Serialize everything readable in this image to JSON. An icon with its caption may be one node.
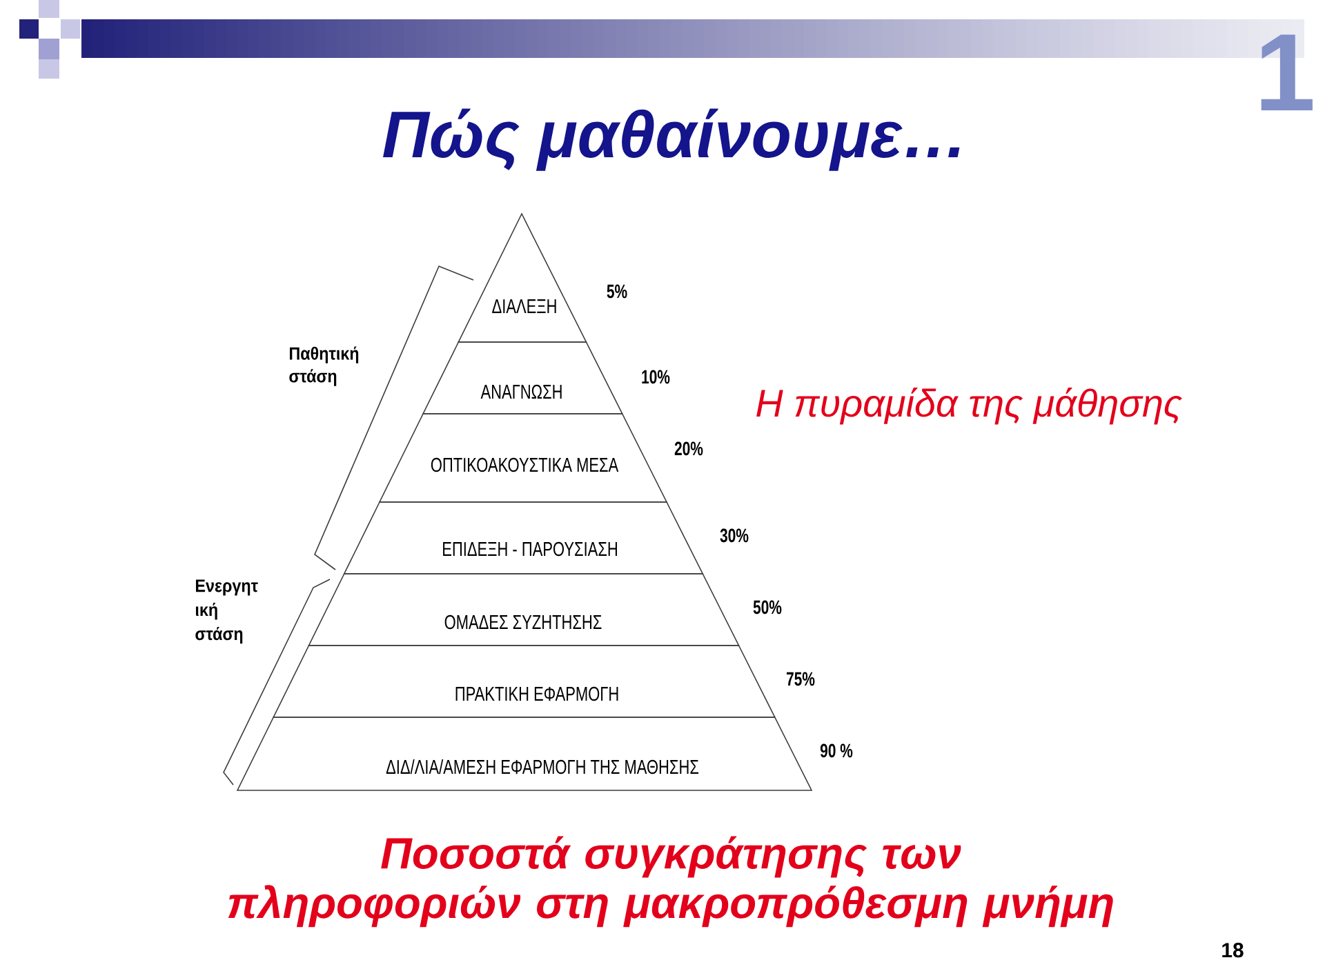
{
  "diagram": {
    "title": "Πώς μαθαίνουμε…",
    "caption": "Ποσοστά συγκράτησης των πληροφοριών στη μακροπρόθεσμη μνήμη",
    "nodes": [
      {
        "text": [
          "ΔΙΑΛΕΞΗ"
        ],
        "beside": [
          "5%"
        ]
      },
      {
        "text": [
          "ΑΝΑΓΝΩΣΗ"
        ],
        "beside": [
          "10%"
        ]
      },
      {
        "text": [
          "ΟΠΤΙΚΟΑΚΟΥΣΤΙΚΑ ΜΕΣΑ"
        ],
        "beside": [
          "20%"
        ]
      },
      {
        "text": [
          "ΕΠΙΔΕΞΗ - ΠΑΡΟΥΣΙΑΣΗ"
        ],
        "beside": [
          "30%"
        ]
      },
      {
        "text": [
          "ΟΜΑΔΕΣ ΣΥΖΗΤΗΣΗΣ"
        ],
        "beside": [
          "50%"
        ]
      },
      {
        "text": [
          "ΠΡΑΚΤΙΚΗ ΕΦΑΡΜΟΓΗ"
        ],
        "beside": [
          "75%"
        ]
      },
      {
        "text": [
          "ΔΙΔ/ΛΙΑ/ΑΜΕΣΗ ΕΦΑΡΜΟΓΗ ΤΗΣ ΜΑΘΗΣΗΣ"
        ],
        "beside": [
          "90 %"
        ]
      }
    ],
    "labels": [
      "1",
      "Παθητική στάση",
      "Η πυραμίδα της μάθησης",
      "Ενεργητ ική στάση",
      "18"
    ]
  }
}
